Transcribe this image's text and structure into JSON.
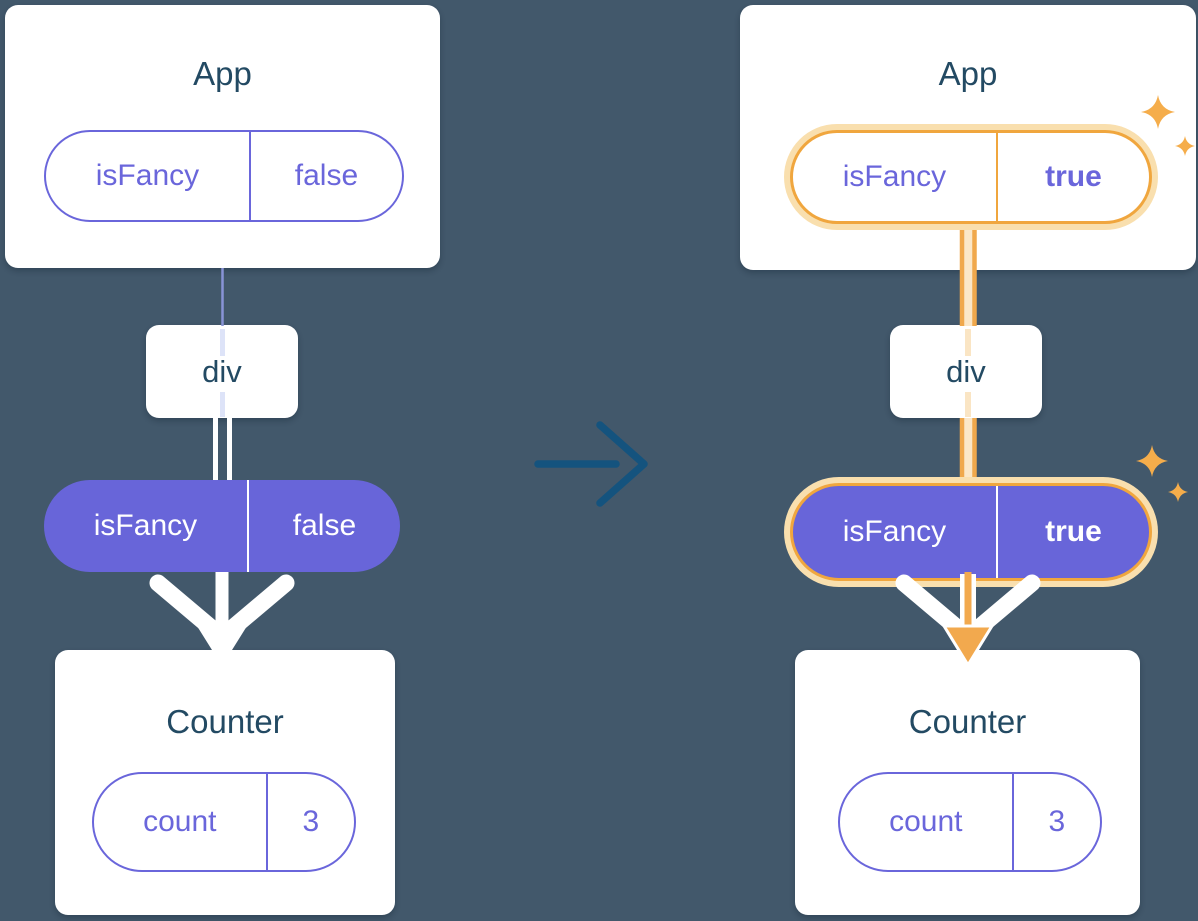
{
  "colors": {
    "background": "#42586B",
    "card": "#FFFFFF",
    "title_text": "#234A63",
    "purple": "#6A66DB",
    "purple_solid": "#6865D9",
    "orange": "#F0A63E",
    "orange_glow": "#F9DFAE",
    "transition_arrow": "#14537E",
    "sparkle": "#F5AD4B"
  },
  "before": {
    "app": {
      "title": "App",
      "state": {
        "key": "isFancy",
        "value": "false"
      }
    },
    "div": {
      "label": "div"
    },
    "prop": {
      "key": "isFancy",
      "value": "false"
    },
    "counter": {
      "title": "Counter",
      "state": {
        "key": "count",
        "value": "3"
      }
    }
  },
  "after": {
    "app": {
      "title": "App",
      "state": {
        "key": "isFancy",
        "value": "true"
      }
    },
    "div": {
      "label": "div"
    },
    "prop": {
      "key": "isFancy",
      "value": "true"
    },
    "counter": {
      "title": "Counter",
      "state": {
        "key": "count",
        "value": "3"
      }
    }
  }
}
